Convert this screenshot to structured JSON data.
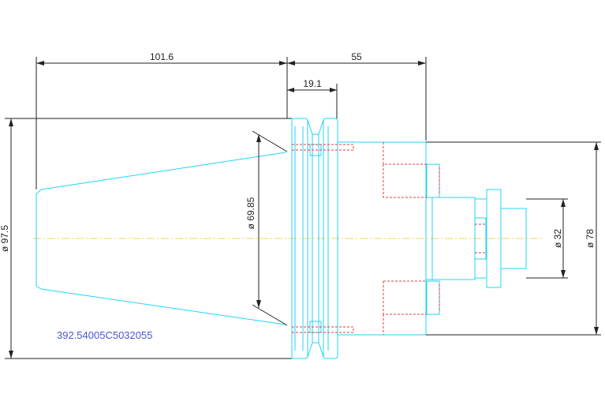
{
  "dimensions": {
    "overall_left_length": "101.6",
    "right_length": "55",
    "flange_width": "19.1",
    "flange_diameter": "ø 97.5",
    "taper_diameter": "ø 69.85",
    "bore_diameter": "ø 32",
    "body_diameter": "ø 78"
  },
  "part_number": "392.54005C5032055",
  "colors": {
    "outline": "#22d3f5",
    "hidden_lines": "#e23c3c",
    "center_line": "#f1d44a",
    "dimension_lines": "#222222",
    "part_number": "#4a55d8"
  }
}
